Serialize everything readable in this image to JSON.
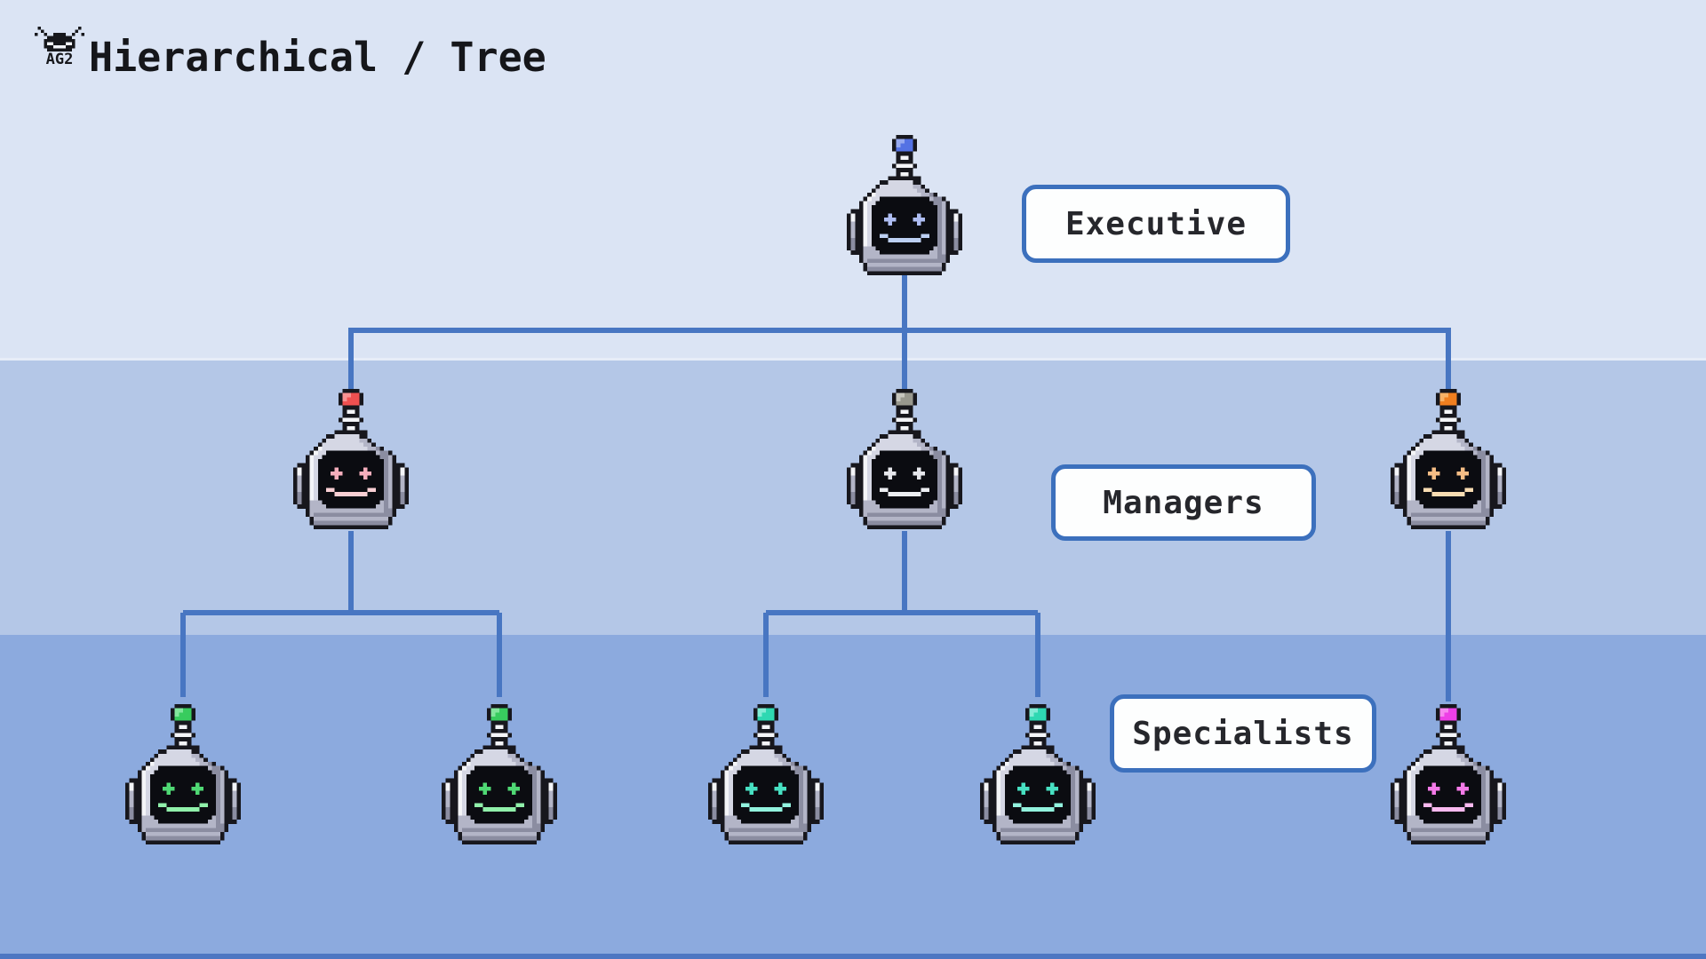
{
  "header": {
    "logo_text": "AG2",
    "title": "Hierarchical / Tree"
  },
  "labels": {
    "executive": "Executive",
    "managers": "Managers",
    "specialists": "Specialists"
  },
  "colors": {
    "band_top": "#dbe4f4",
    "band_edge": "#e7edf8",
    "band_mid": "#b4c7e7",
    "band_bottom": "#8caade",
    "footer_strip": "#4e77c2",
    "connector": "#4876c2",
    "label_border": "#3c70bd",
    "label_bg": "#fdfefe",
    "label_text": "#26272c",
    "title_text": "#15161a",
    "robot_body_light": "#d5d7e4",
    "robot_body_mid": "#b3b5c7",
    "robot_body_dark": "#8b8da1",
    "robot_face": "#0b0c11",
    "robot_outline": "#17171d"
  },
  "robots": [
    {
      "id": "executive",
      "tier": "Executive",
      "antenna": "blue",
      "palette": {
        "ball": "#5472e4",
        "ball_hi": "#97aaf0",
        "eye": "#aebdf2",
        "smile": "#bccff2"
      }
    },
    {
      "id": "manager-1",
      "tier": "Managers",
      "antenna": "red",
      "palette": {
        "ball": "#ef5050",
        "ball_hi": "#f79292",
        "eye": "#f6aebc",
        "smile": "#f9cfd4"
      }
    },
    {
      "id": "manager-2",
      "tier": "Managers",
      "antenna": "gray",
      "palette": {
        "ball": "#98988e",
        "ball_hi": "#c6c6be",
        "eye": "#e6e7ec",
        "smile": "#eceef2"
      }
    },
    {
      "id": "manager-3",
      "tier": "Managers",
      "antenna": "orange",
      "palette": {
        "ball": "#f07f1f",
        "ball_hi": "#f8b266",
        "eye": "#f5bd85",
        "smile": "#f8dcb2"
      }
    },
    {
      "id": "specialist-1",
      "tier": "Specialists",
      "antenna": "green",
      "palette": {
        "ball": "#38cc5e",
        "ball_hi": "#82e69c",
        "eye": "#4fd874",
        "smile": "#90f0aa"
      }
    },
    {
      "id": "specialist-2",
      "tier": "Specialists",
      "antenna": "green",
      "palette": {
        "ball": "#38cc5e",
        "ball_hi": "#82e69c",
        "eye": "#4fd874",
        "smile": "#90f0aa"
      }
    },
    {
      "id": "specialist-3",
      "tier": "Specialists",
      "antenna": "teal",
      "palette": {
        "ball": "#2ed8b2",
        "ball_hi": "#82ecd6",
        "eye": "#47e0c2",
        "smile": "#92f2de"
      }
    },
    {
      "id": "specialist-4",
      "tier": "Specialists",
      "antenna": "teal",
      "palette": {
        "ball": "#2ed8b2",
        "ball_hi": "#82ecd6",
        "eye": "#47e0c2",
        "smile": "#92f2de"
      }
    },
    {
      "id": "specialist-5",
      "tier": "Specialists",
      "antenna": "magenta",
      "palette": {
        "ball": "#ee3fe6",
        "ball_hi": "#f787f0",
        "eye": "#f47ae8",
        "smile": "#f9b9ef"
      }
    }
  ]
}
